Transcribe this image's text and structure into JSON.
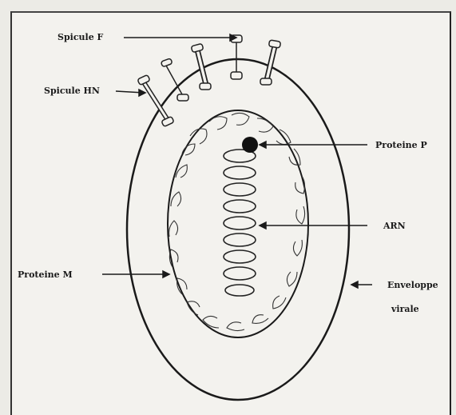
{
  "labels": {
    "spicule_f": "Spicule F",
    "spicule_hn": "Spicule HN",
    "proteine_p": "Proteine P",
    "arn": "ARN",
    "proteine_m": "Proteine M",
    "enveloppe_line1": "Enveloppe",
    "enveloppe_line2": "virale"
  }
}
